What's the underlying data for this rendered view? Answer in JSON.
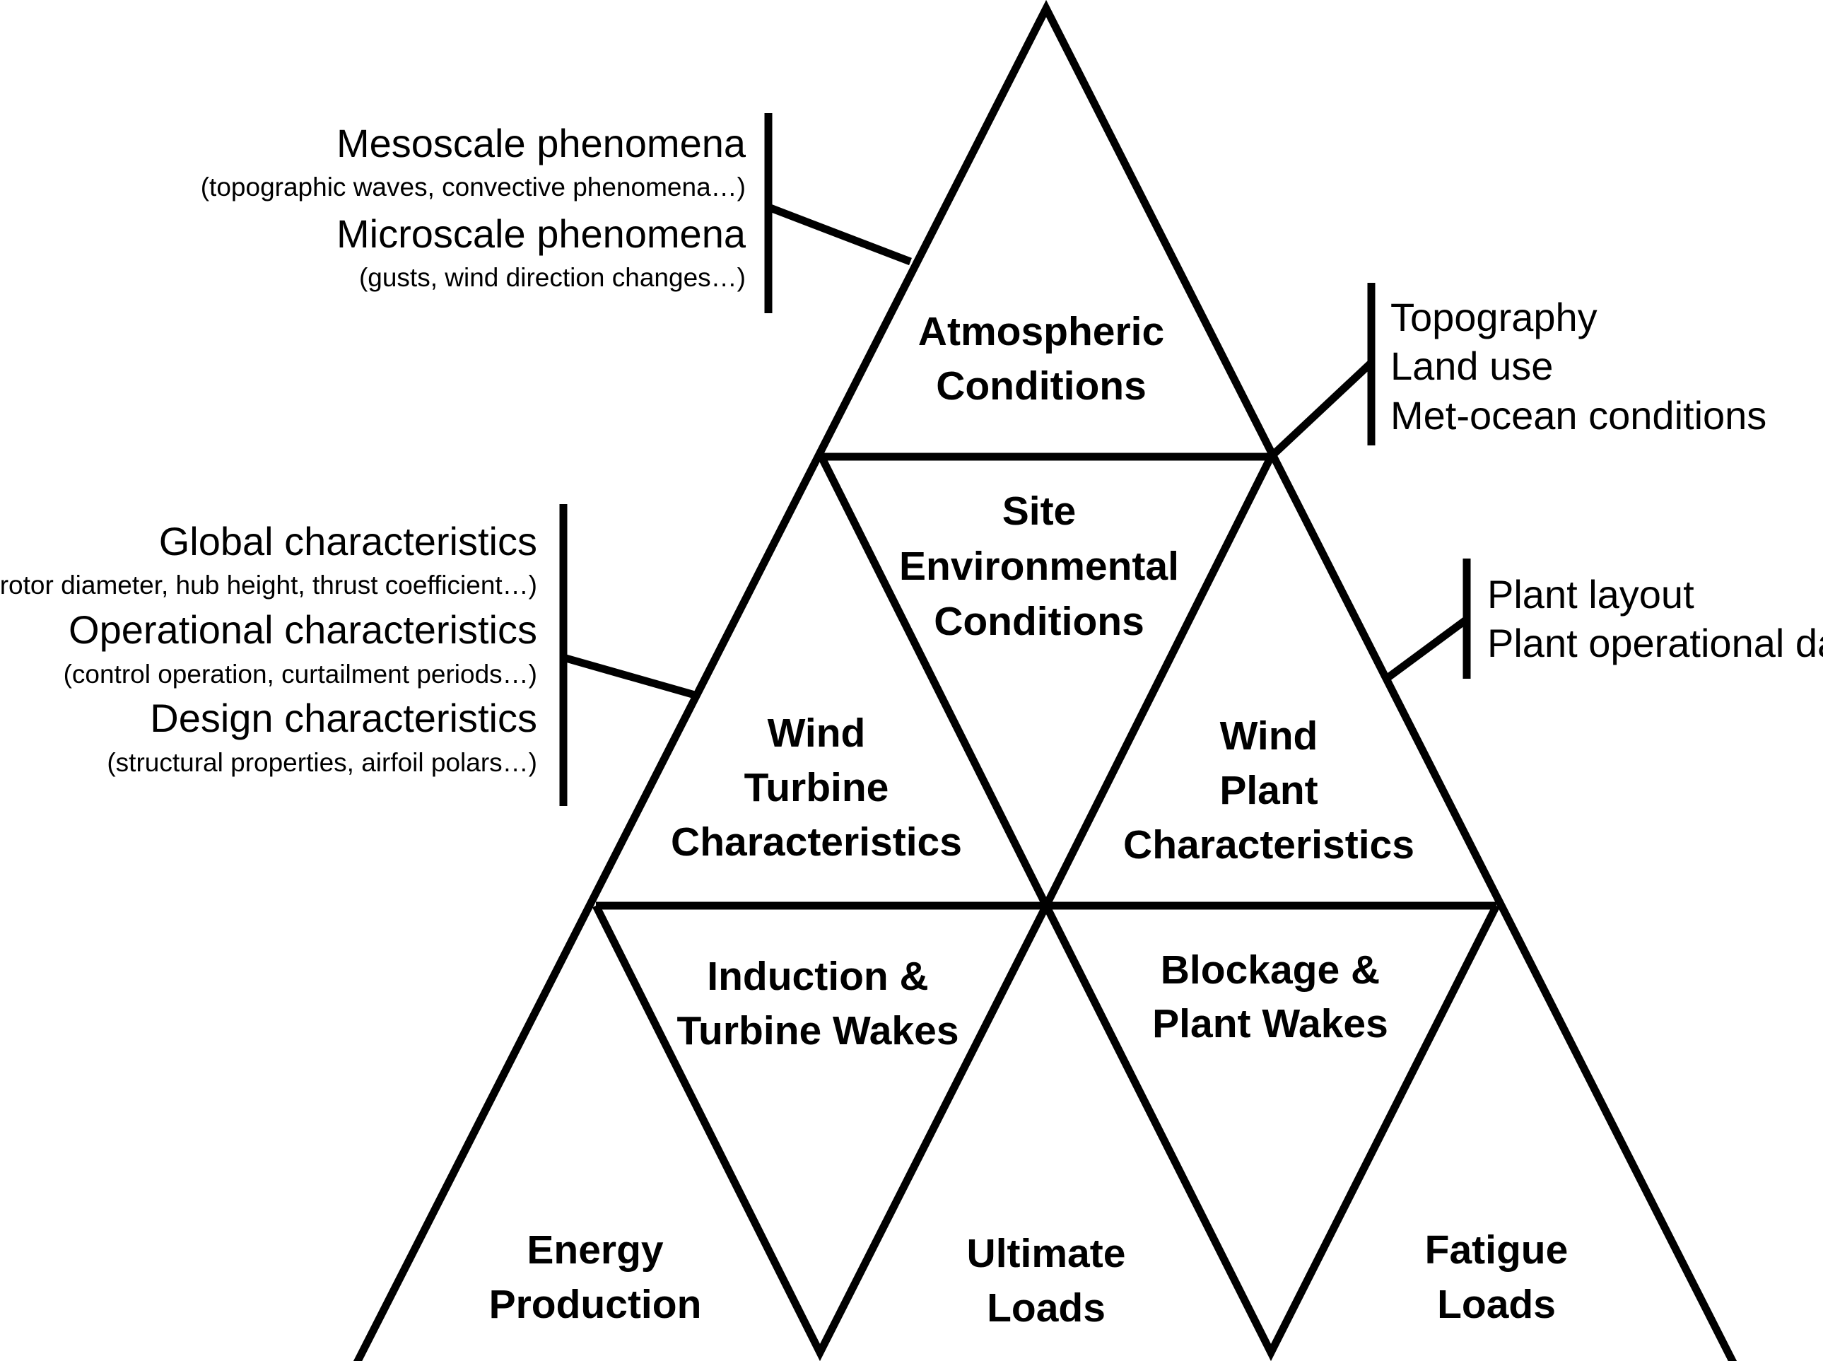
{
  "triangles": {
    "atmospheric": [
      "Atmospheric",
      "Conditions"
    ],
    "site": [
      "Site",
      "Environmental",
      "Conditions"
    ],
    "turbine": [
      "Wind",
      "Turbine",
      "Characteristics"
    ],
    "plant": [
      "Wind",
      "Plant",
      "Characteristics"
    ],
    "induction": [
      "Induction &",
      "Turbine Wakes"
    ],
    "blockage": [
      "Blockage &",
      "Plant Wakes"
    ],
    "energy": [
      "Energy",
      "Production"
    ],
    "ultimate": [
      "Ultimate",
      "Loads"
    ],
    "fatigue": [
      "Fatigue",
      "Loads"
    ]
  },
  "atmospheric_notes": {
    "mesoscale": "Mesoscale phenomena",
    "mesoscale_detail": "(topographic waves, convective phenomena…)",
    "microscale": "Microscale phenomena",
    "microscale_detail": "(gusts, wind direction changes…)"
  },
  "site_notes": [
    "Topography",
    "Land use",
    "Met-ocean conditions"
  ],
  "turbine_notes": {
    "global": "Global characteristics",
    "global_detail": "(rotor diameter, hub height, thrust coefficient…)",
    "operational": "Operational characteristics",
    "operational_detail": "(control operation, curtailment periods…)",
    "design": "Design characteristics",
    "design_detail": "(structural properties, airfoil polars…)"
  },
  "plant_notes": [
    "Plant layout",
    "Plant operational data"
  ]
}
